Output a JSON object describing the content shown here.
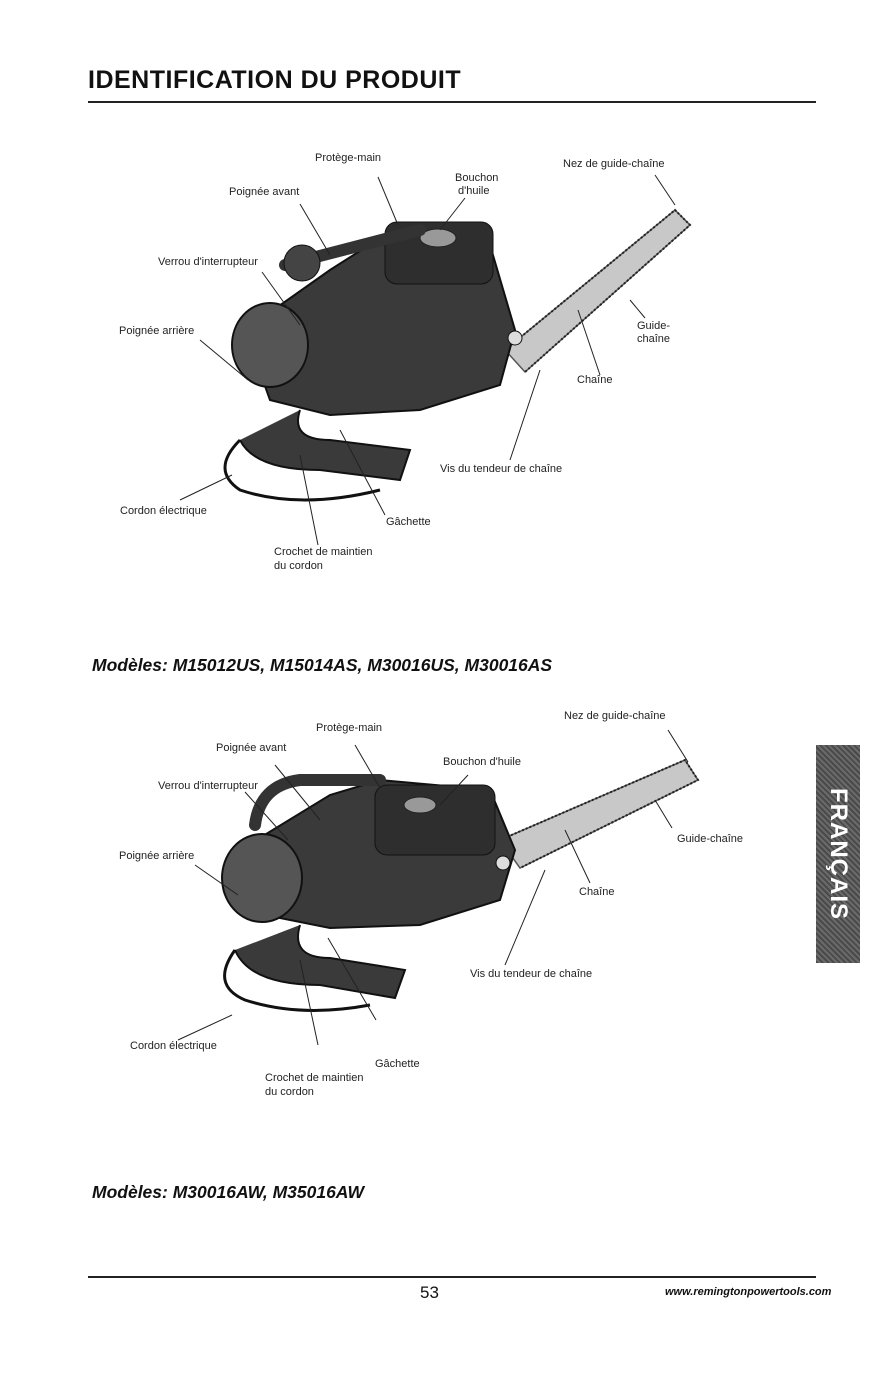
{
  "page": {
    "title": "IDENTIFICATION DU PRODUIT",
    "side_tab": "FRANÇAIS",
    "page_number": "53",
    "website": "www.remingtonpowertools.com"
  },
  "figure1": {
    "caption": "Modèles: M15012US, M15014AS, M30016US, M30016AS",
    "labels": {
      "protege_main": "Protège-main",
      "poignee_avant": "Poignée avant",
      "bouchon": "Bouchon",
      "dhuile": "d'huile",
      "nez": "Nez de guide-chaîne",
      "verrou": "Verrou d'interrupteur",
      "poignee_arriere": "Poignée arrière",
      "guide1": "Guide-",
      "guide2": "chaîne",
      "chaine": "Chaîne",
      "vis": "Vis du tendeur de chaîne",
      "cordon": "Cordon électrique",
      "gachette": "Gâchette",
      "crochet1": "Crochet de maintien",
      "crochet2": "du cordon"
    }
  },
  "figure2": {
    "caption": "Modèles: M30016AW, M35016AW",
    "labels": {
      "nez": "Nez de guide-chaîne",
      "protege_main": "Protège-main",
      "poignee_avant": "Poignée avant",
      "bouchon": "Bouchon d'huile",
      "verrou": "Verrou d'interrupteur",
      "guide": "Guide-chaîne",
      "poignee_arriere": "Poignée arrière",
      "chaine": "Chaîne",
      "vis": "Vis du tendeur de chaîne",
      "cordon": "Cordon électrique",
      "gachette": "Gâchette",
      "crochet1": "Crochet de maintien",
      "crochet2": "du cordon"
    }
  },
  "colors": {
    "body": "#3a3a3a",
    "bar": "#bdbdbd",
    "ink": "#222222"
  }
}
